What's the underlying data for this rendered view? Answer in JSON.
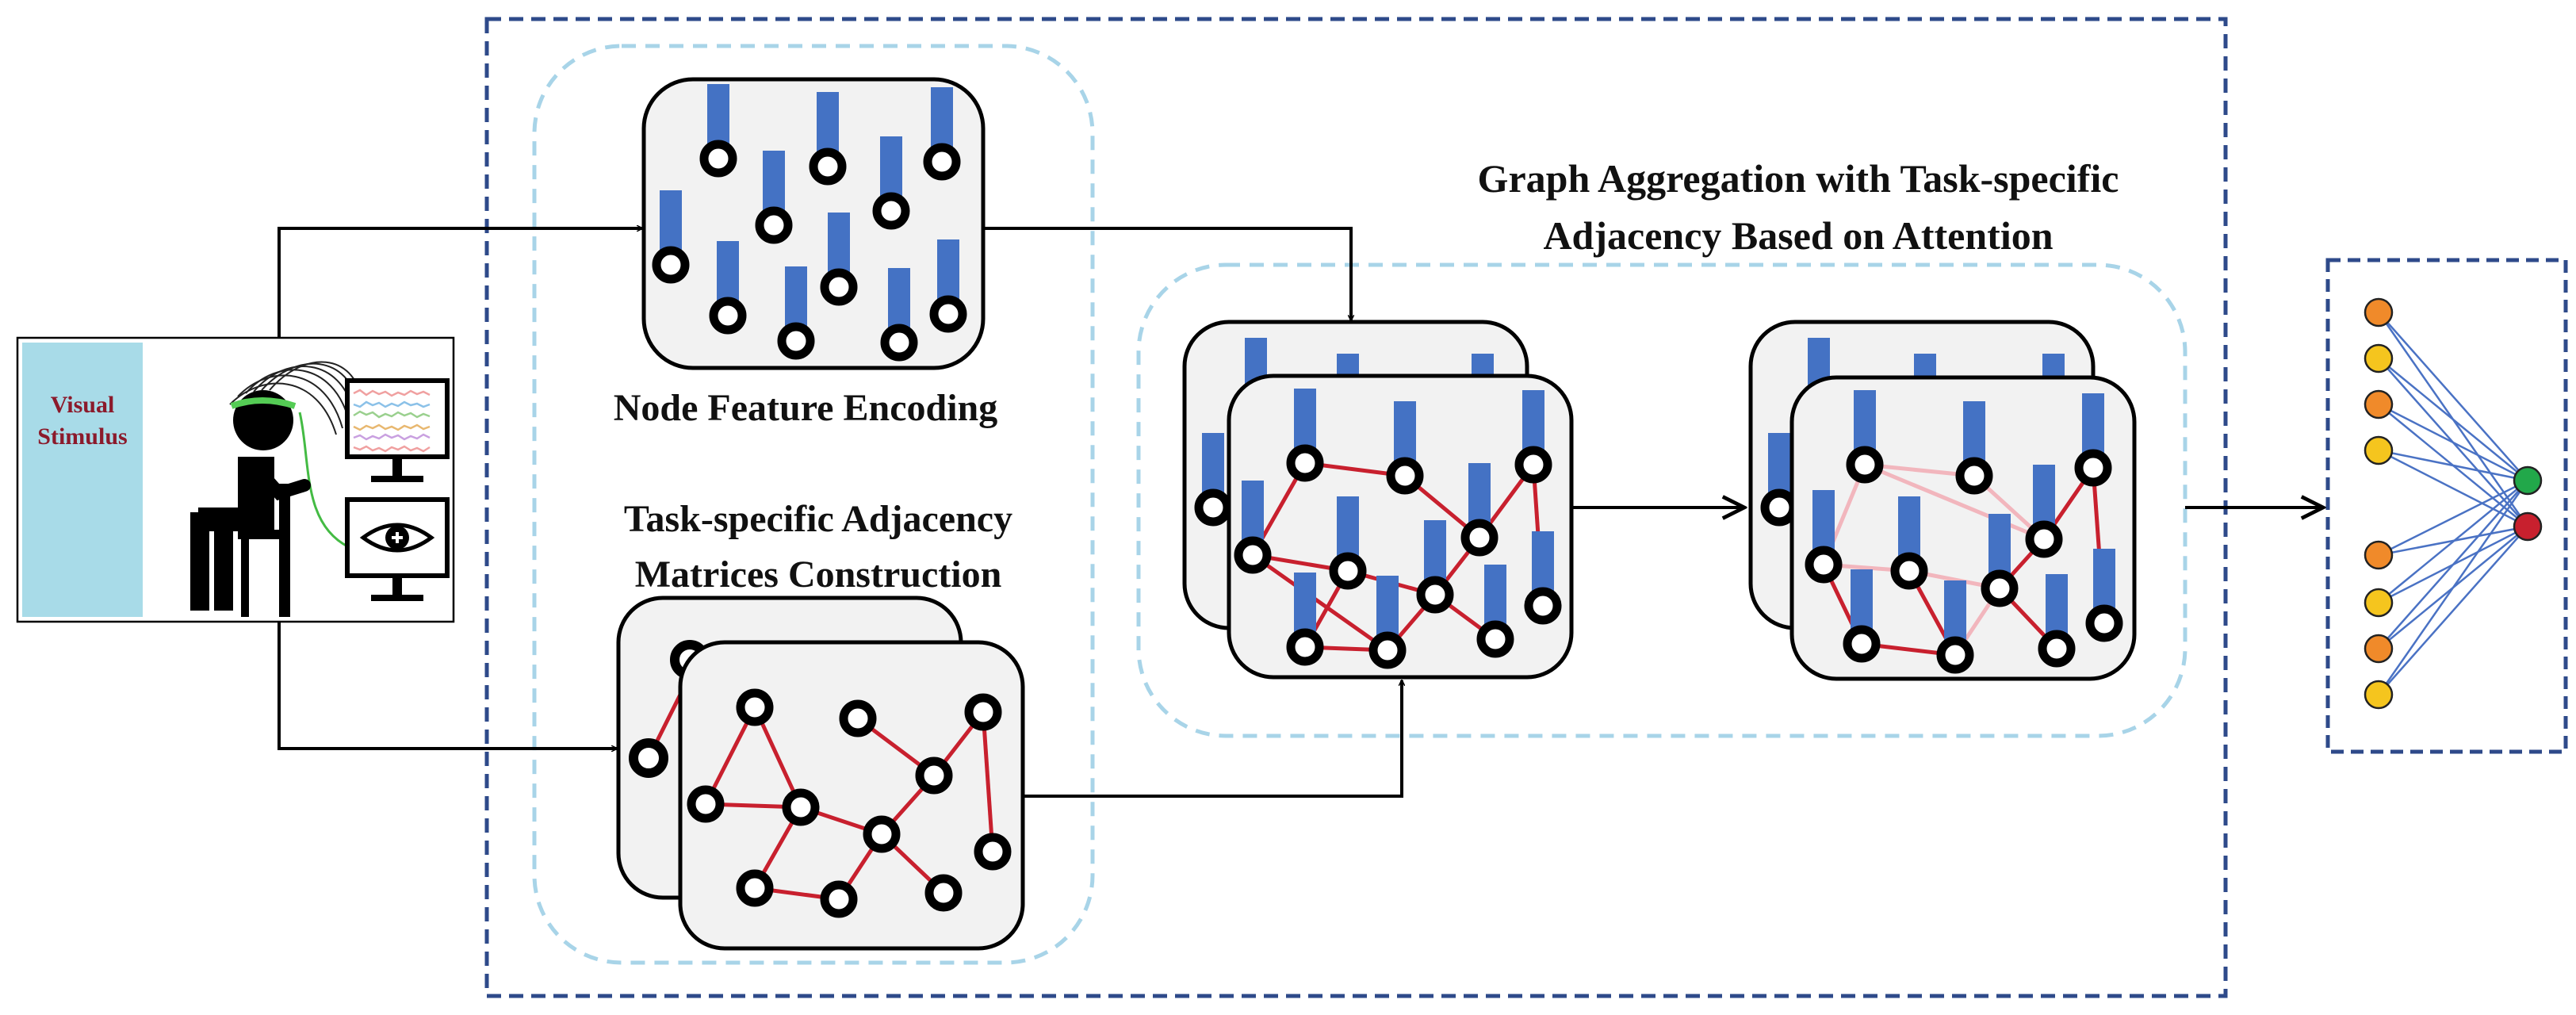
{
  "labels": {
    "stimulus_line1": "Visual",
    "stimulus_line2": "Stimulus",
    "node_feature": "Node Feature Encoding",
    "adjacency_line1": "Task-specific Adjacency",
    "adjacency_line2": "Matrices Construction",
    "aggregation_line1": "Graph Aggregation with Task-specific",
    "aggregation_line2": "Adjacency Based on Attention"
  },
  "colors": {
    "outer_box": "#2e4a8a",
    "inner_dash": "#a8d4e8",
    "node_bar": "#4472c4",
    "edge_strong": "#c8202e",
    "edge_weak": "#f2b6bd",
    "stimulus_bg": "#a8dbe8",
    "stimulus_text": "#8b1a2b",
    "input_node_orange": "#f08a2a",
    "input_node_yellow": "#f5c51e",
    "output_node_green": "#22a84a",
    "output_node_red": "#c8202e",
    "classifier_link": "#4a72c4"
  },
  "icons": {
    "subject": "seated-person-eeg-icon",
    "eeg_monitor": "eeg-monitor-icon",
    "stimulus_monitor": "eye-monitor-icon"
  }
}
